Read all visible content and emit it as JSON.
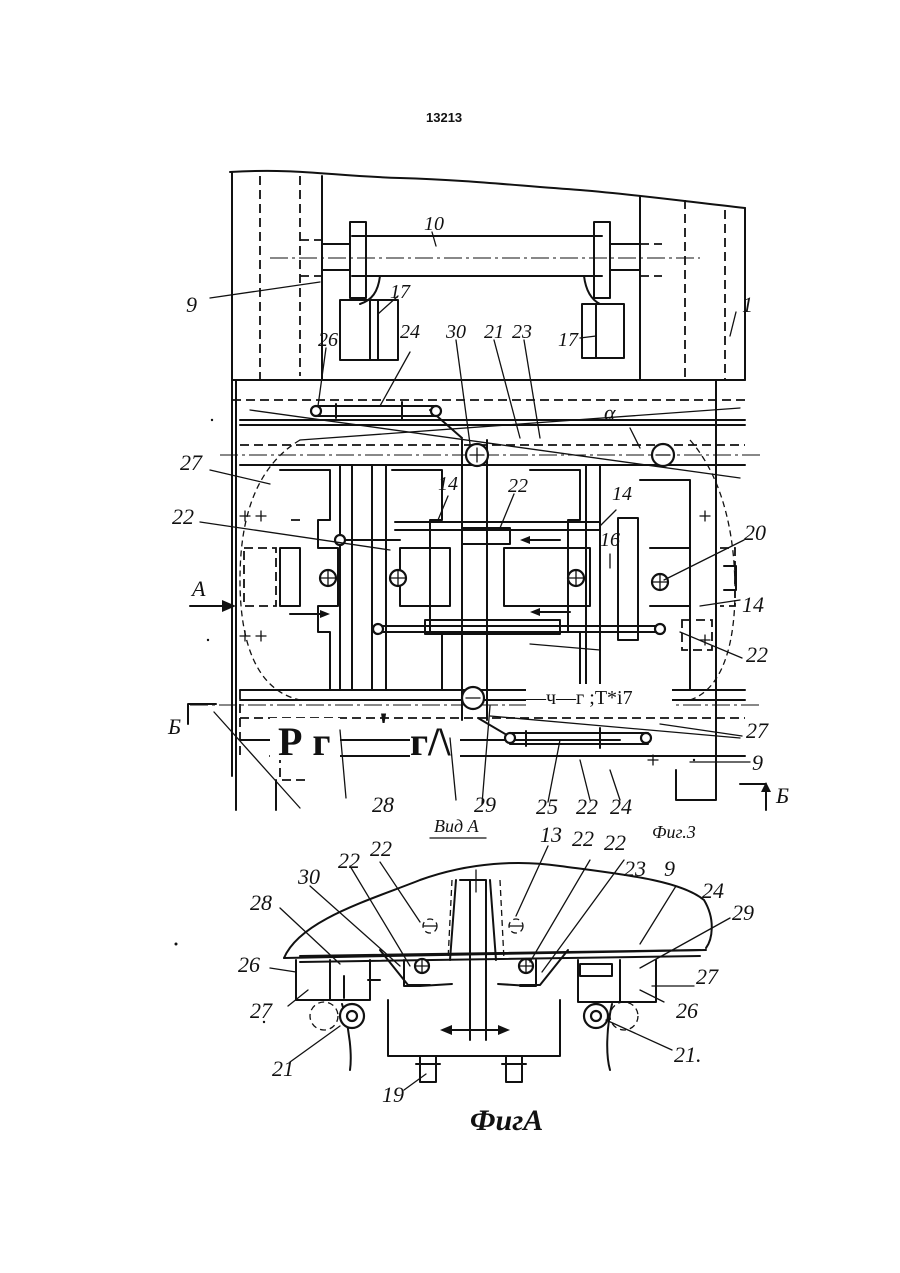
{
  "page": {
    "number": "13213"
  },
  "figure3": {
    "caption": "Фиг.3",
    "view_mark": "Вид А",
    "arrow_label": "А",
    "section_label_left": "Б",
    "section_label_right": "Б",
    "angle_symbol": "α",
    "ocr_text_1": "Р г",
    "ocr_text_2": "'",
    "ocr_text_3": "г/\\",
    "ocr_text_4": "—ч—г ;Т*і7",
    "labels": {
      "l10": "10",
      "l9a": "9",
      "l1": "1",
      "l17a": "17",
      "l17b": "17",
      "l26": "26",
      "l24a": "24",
      "l30": "30",
      "l21": "21",
      "l23": "23",
      "l27a": "27",
      "l14a": "14",
      "l22a": "22",
      "l14b": "14",
      "l22b": "22",
      "l16": "16",
      "l20": "20",
      "l14c": "14",
      "l22c": "22",
      "l27b": "27",
      "l9b": "9",
      "l28": "28",
      "l29": "29",
      "l25": "25",
      "l22d": "22",
      "l24b": "24"
    }
  },
  "figure4": {
    "caption": "ФигА",
    "labels": {
      "l22a": "22",
      "l13": "13",
      "l22b": "22",
      "l22c": "22",
      "l30": "30",
      "l22d": "22",
      "l23": "23",
      "l9": "9",
      "l28": "28",
      "l24": "24",
      "l29": "29",
      "l26a": "26",
      "l27a": "27",
      "l27b": "27",
      "l26b": "26",
      "l21a": "21",
      "l21b": "21.",
      "l19": "19"
    }
  }
}
